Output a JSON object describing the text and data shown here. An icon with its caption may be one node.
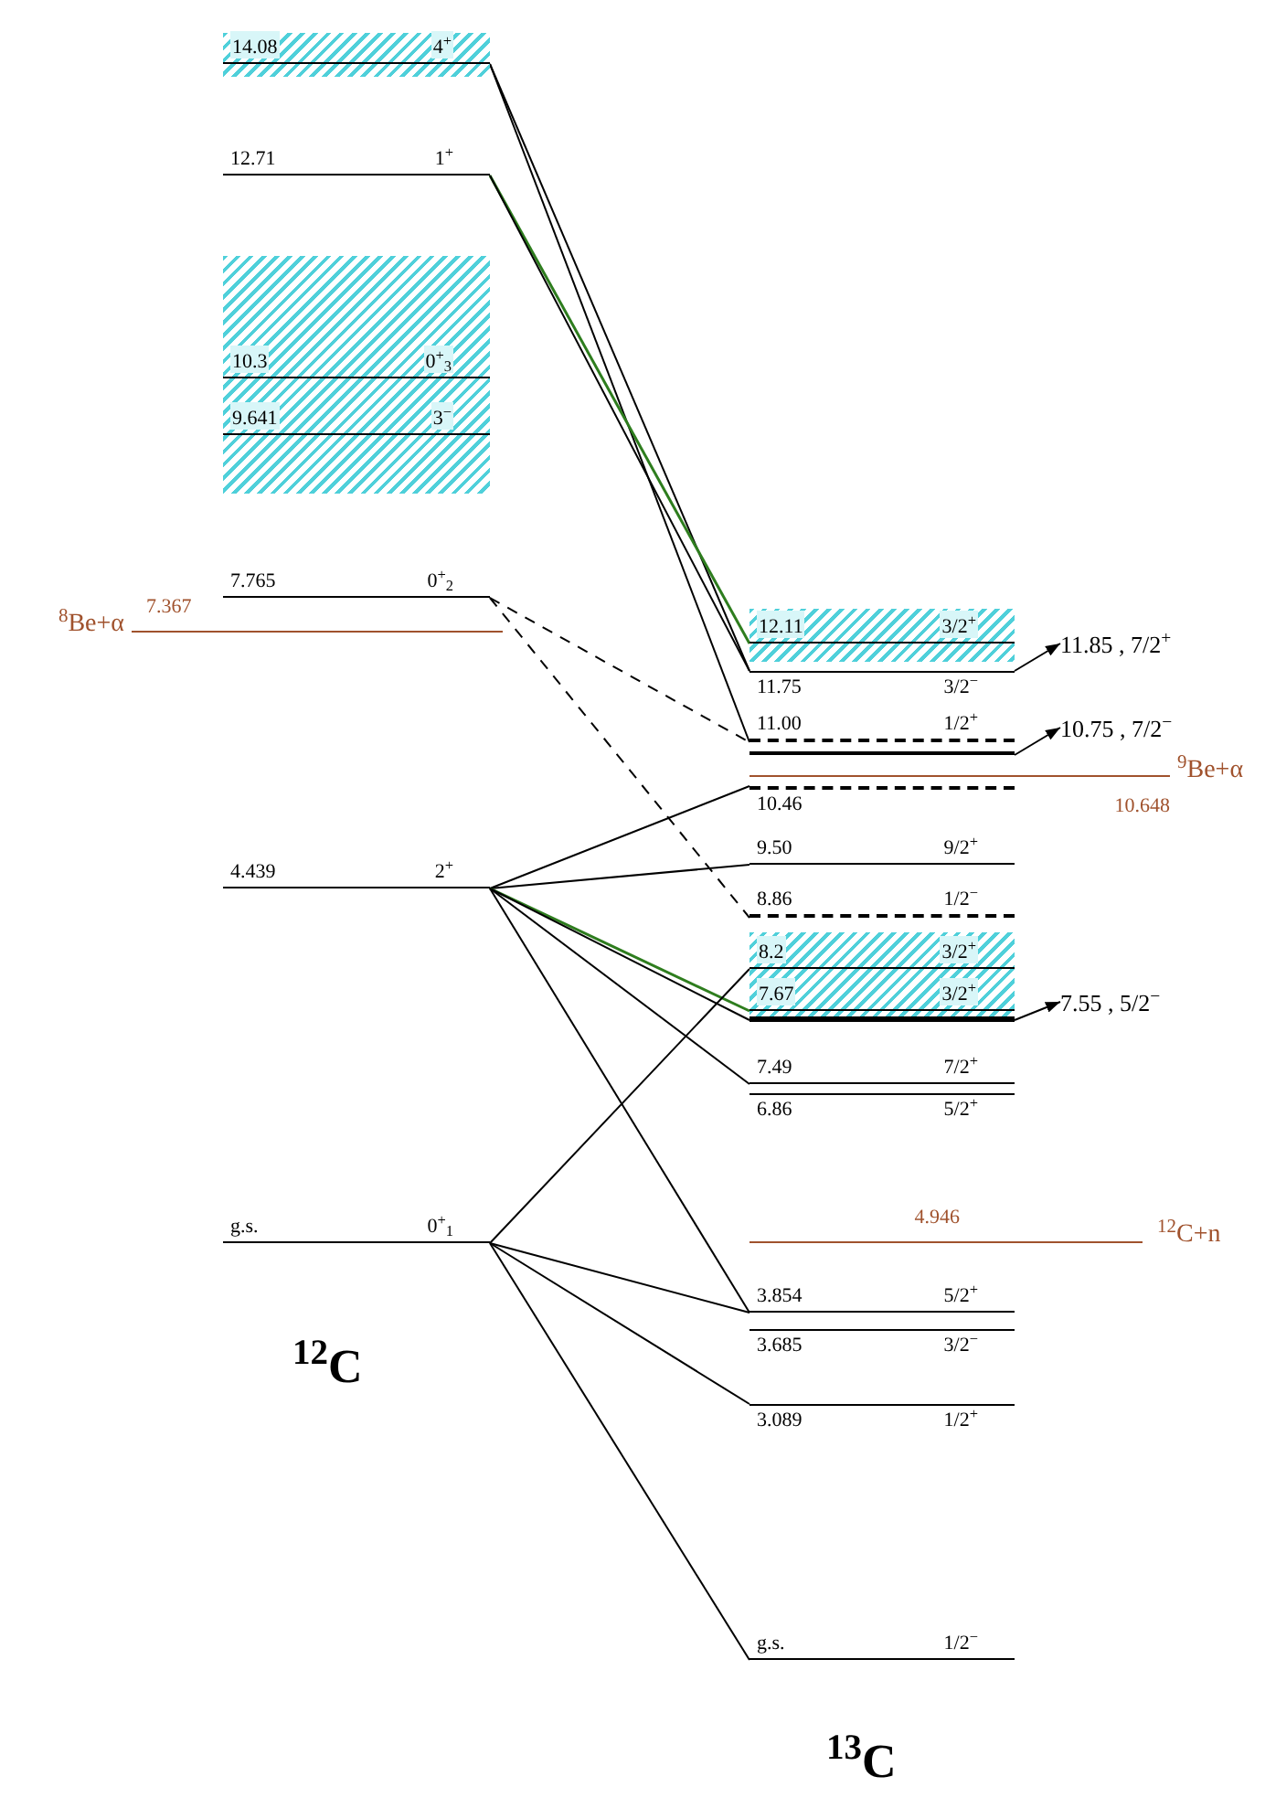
{
  "diagram": {
    "nodes": [
      {
        "text": [],
        "shape": "band"
      },
      {
        "text": [
          "14.08",
          "4$^{+}$"
        ],
        "in": 0
      },
      {
        "text": [
          "12.71",
          "1$^{+}$"
        ]
      },
      {
        "text": [],
        "shape": "box"
      },
      {
        "text": [
          "10.3",
          "0$^{+}$$_{3}$"
        ],
        "in": 3
      },
      {
        "text": [
          "9.641",
          "3$^{−}$"
        ],
        "in": 3
      },
      {
        "text": [
          "7.765",
          "0$^{+}$$_{2}$"
        ]
      },
      {
        "text": [
          "7.367"
        ],
        "beside": [
          "$^{8}$Be+α"
        ]
      },
      {
        "text": [
          "4.439",
          "2$^{+}$"
        ]
      },
      {
        "text": [
          "g.s.",
          "0$^{+}$$_{1}$"
        ]
      },
      {
        "text": [],
        "shape": "band"
      },
      {
        "text": [
          "12.11",
          "3/2$^{+}$"
        ],
        "in": 10
      },
      {
        "text": [
          "11.75",
          "3/2$^{−}$"
        ]
      },
      {
        "text": [
          "11.85 , 7/2$^{+}$"
        ]
      },
      {
        "text": [
          "11.00",
          "1/2$^{+}$"
        ]
      },
      {
        "text": [],
        "shape": "bar"
      },
      {
        "text": [
          "10.75 , 7/2$^{−}$"
        ]
      },
      {
        "text": [
          "10.648"
        ],
        "beside": [
          "$^{9}$Be+α"
        ]
      },
      {
        "text": [
          "10.46"
        ]
      },
      {
        "text": [
          "9.50",
          "9/2$^{+}$"
        ]
      },
      {
        "text": [
          "8.86",
          "1/2$^{−}$"
        ]
      },
      {
        "text": [],
        "shape": "band"
      },
      {
        "text": [
          "8.2",
          "3/2$^{+}$"
        ],
        "in": 21
      },
      {
        "text": [
          "7.67",
          "3/2$^{+}$"
        ],
        "in": 21
      },
      {
        "text": [],
        "shape": "bar"
      },
      {
        "text": [
          "7.55 ,  5/2$^{−}$"
        ]
      },
      {
        "text": [
          "7.49",
          "7/2$^{+}$"
        ]
      },
      {
        "text": [
          "6.86",
          "5/2$^{+}$"
        ]
      },
      {
        "text": [
          "4.946"
        ],
        "beside": [
          "$^{12}$C+n"
        ]
      },
      {
        "text": [
          "3.854",
          "5/2$^{+}$"
        ]
      },
      {
        "text": [
          "3.685",
          "3/2$^{−}$"
        ]
      },
      {
        "text": [
          "3.089",
          "1/2$^{+}$"
        ]
      },
      {
        "text": [
          "g.s.",
          "1/2$^{−}$"
        ]
      }
    ],
    "edges": [
      {
        "from": 1,
        "to": 12,
        "arrow": "none"
      },
      {
        "from": 1,
        "to": 14,
        "arrow": "none"
      },
      {
        "from": 2,
        "to": 11,
        "arrow": "none",
        "color": "#2e7d1e"
      },
      {
        "from": 2,
        "to": 12,
        "arrow": "none"
      },
      {
        "from": 6,
        "to": 14,
        "arrow": "none",
        "style": "dashed"
      },
      {
        "from": 6,
        "to": 20,
        "arrow": "none",
        "style": "dashed"
      },
      {
        "from": 8,
        "to": 18,
        "arrow": "none"
      },
      {
        "from": 8,
        "to": 19,
        "arrow": "none"
      },
      {
        "from": 8,
        "to": 23,
        "arrow": "none",
        "color": "#2e7d1e"
      },
      {
        "from": 8,
        "to": 24,
        "arrow": "none"
      },
      {
        "from": 8,
        "to": 26,
        "arrow": "none"
      },
      {
        "from": 8,
        "to": 29,
        "arrow": "none"
      },
      {
        "from": 9,
        "to": 22,
        "arrow": "none"
      },
      {
        "from": 9,
        "to": 29,
        "arrow": "none"
      },
      {
        "from": 9,
        "to": 31,
        "arrow": "none"
      },
      {
        "from": 9,
        "to": 32,
        "arrow": "none"
      },
      {
        "from": 12,
        "to": 13,
        "arrow": "to"
      },
      {
        "from": 15,
        "to": 16,
        "arrow": "to"
      },
      {
        "from": 24,
        "to": 25,
        "arrow": "to"
      }
    ],
    "labels": [
      "$^{12}$C",
      "$^{13}$C"
    ]
  }
}
